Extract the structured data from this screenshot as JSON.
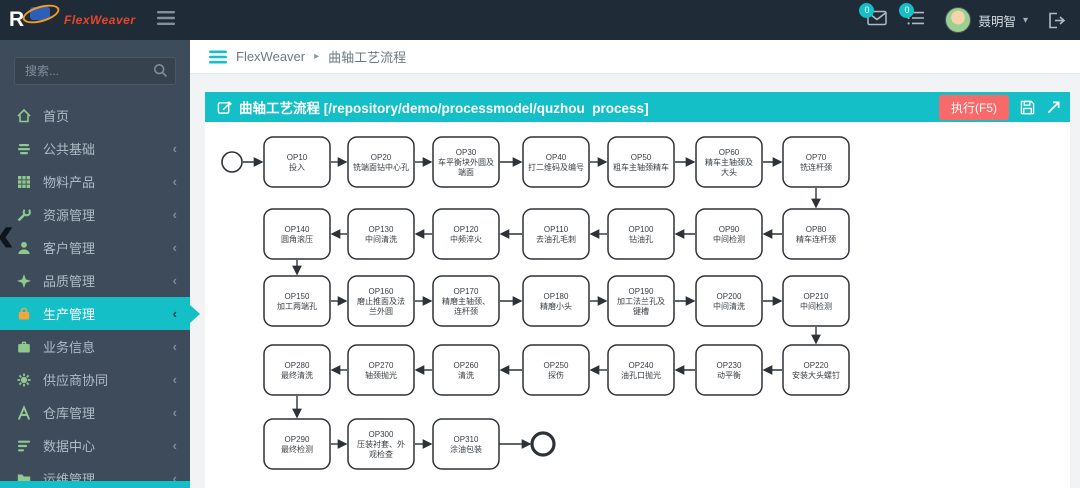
{
  "topbar": {
    "logo": {
      "letter": "R",
      "text": "FlexWeaver"
    },
    "mail_badge": "0",
    "task_badge": "0",
    "user_name": "聂明智"
  },
  "sidebar": {
    "search_placeholder": "搜索...",
    "items": [
      {
        "label": "首页",
        "icon": "home",
        "expandable": false,
        "active": false
      },
      {
        "label": "公共基础",
        "icon": "layers",
        "expandable": true,
        "active": false
      },
      {
        "label": "物料产品",
        "icon": "grid",
        "expandable": true,
        "active": false
      },
      {
        "label": "资源管理",
        "icon": "wrench",
        "expandable": true,
        "active": false
      },
      {
        "label": "客户管理",
        "icon": "user",
        "expandable": true,
        "active": false
      },
      {
        "label": "品质管理",
        "icon": "quality",
        "expandable": true,
        "active": false
      },
      {
        "label": "生产管理",
        "icon": "production",
        "expandable": true,
        "active": true
      },
      {
        "label": "业务信息",
        "icon": "briefcase",
        "expandable": true,
        "active": false
      },
      {
        "label": "供应商协同",
        "icon": "gear",
        "expandable": true,
        "active": false
      },
      {
        "label": "仓库管理",
        "icon": "warehouse",
        "expandable": true,
        "active": false
      },
      {
        "label": "数据中心",
        "icon": "database",
        "expandable": true,
        "active": false
      },
      {
        "label": "运维管理",
        "icon": "folder",
        "expandable": true,
        "active": false
      }
    ]
  },
  "breadcrumb": {
    "app": "FlexWeaver",
    "separator": "▸",
    "page": "曲轴工艺流程"
  },
  "panel": {
    "title": "曲轴工艺流程 [/repository/demo/processmodel/quzhou  process]",
    "run_label": "执行(F5)"
  },
  "flowchart": {
    "rows": [
      {
        "direction": "right",
        "start": true,
        "nodes": [
          {
            "id": "OP10",
            "col": 1,
            "lines": [
              "投入"
            ]
          },
          {
            "id": "OP20",
            "col": 2,
            "lines": [
              "铣端面钻中心孔"
            ]
          },
          {
            "id": "OP30",
            "col": 3,
            "lines": [
              "车平衡块外圆及",
              "端面"
            ]
          },
          {
            "id": "OP40",
            "col": 4,
            "lines": [
              "打二维码及编号"
            ]
          },
          {
            "id": "OP50",
            "col": 5,
            "lines": [
              "粗车主轴颈精车"
            ]
          },
          {
            "id": "OP60",
            "col": 6,
            "lines": [
              "精车主轴颈及",
              "大头"
            ]
          },
          {
            "id": "OP70",
            "col": 7,
            "lines": [
              "铣连杆颈"
            ]
          }
        ]
      },
      {
        "direction": "left",
        "nodes": [
          {
            "id": "OP140",
            "col": 1,
            "lines": [
              "圆角滚压"
            ]
          },
          {
            "id": "OP130",
            "col": 2,
            "lines": [
              "中间清洗"
            ]
          },
          {
            "id": "OP120",
            "col": 3,
            "lines": [
              "中频淬火"
            ]
          },
          {
            "id": "OP110",
            "col": 4,
            "lines": [
              "去油孔毛刺"
            ]
          },
          {
            "id": "OP100",
            "col": 5,
            "lines": [
              "钻油孔"
            ]
          },
          {
            "id": "OP90",
            "col": 6,
            "lines": [
              "中间检测"
            ]
          },
          {
            "id": "OP80",
            "col": 7,
            "lines": [
              "精车连杆颈"
            ]
          }
        ]
      },
      {
        "direction": "right",
        "nodes": [
          {
            "id": "OP150",
            "col": 1,
            "lines": [
              "加工两端孔"
            ]
          },
          {
            "id": "OP160",
            "col": 2,
            "lines": [
              "磨止推面及法",
              "兰外圆"
            ]
          },
          {
            "id": "OP170",
            "col": 3,
            "lines": [
              "精磨主轴颈、",
              "连杆颈"
            ]
          },
          {
            "id": "OP180",
            "col": 4,
            "lines": [
              "精磨小头"
            ]
          },
          {
            "id": "OP190",
            "col": 5,
            "lines": [
              "加工法兰孔及",
              "键槽"
            ]
          },
          {
            "id": "OP200",
            "col": 6,
            "lines": [
              "中间清洗"
            ]
          },
          {
            "id": "OP210",
            "col": 7,
            "lines": [
              "中间检测"
            ]
          }
        ]
      },
      {
        "direction": "left",
        "nodes": [
          {
            "id": "OP280",
            "col": 1,
            "lines": [
              "最终清洗"
            ]
          },
          {
            "id": "OP270",
            "col": 2,
            "lines": [
              "轴颈抛光"
            ]
          },
          {
            "id": "OP260",
            "col": 3,
            "lines": [
              "清洗"
            ]
          },
          {
            "id": "OP250",
            "col": 4,
            "lines": [
              "探伤"
            ]
          },
          {
            "id": "OP240",
            "col": 5,
            "lines": [
              "油孔口抛光"
            ]
          },
          {
            "id": "OP230",
            "col": 6,
            "lines": [
              "动平衡"
            ]
          },
          {
            "id": "OP220",
            "col": 7,
            "lines": [
              "安装大头螺钉"
            ]
          }
        ]
      },
      {
        "direction": "right",
        "end": true,
        "nodes": [
          {
            "id": "OP290",
            "col": 1,
            "lines": [
              "最终检测"
            ]
          },
          {
            "id": "OP300",
            "col": 2,
            "lines": [
              "压装衬套、外",
              "观检查"
            ]
          },
          {
            "id": "OP310",
            "col": 3,
            "lines": [
              "涂油包装"
            ]
          }
        ]
      }
    ],
    "vertical_links": [
      [
        "OP70",
        "OP80"
      ],
      [
        "OP140",
        "OP150"
      ],
      [
        "OP210",
        "OP220"
      ],
      [
        "OP280",
        "OP290"
      ]
    ]
  },
  "colors": {
    "accent": "#14bfc7",
    "run_button": "#f8696a",
    "icon_green": "#90c890",
    "icon_orange": "#f0a63a",
    "flow_stroke": "#2d3238"
  }
}
